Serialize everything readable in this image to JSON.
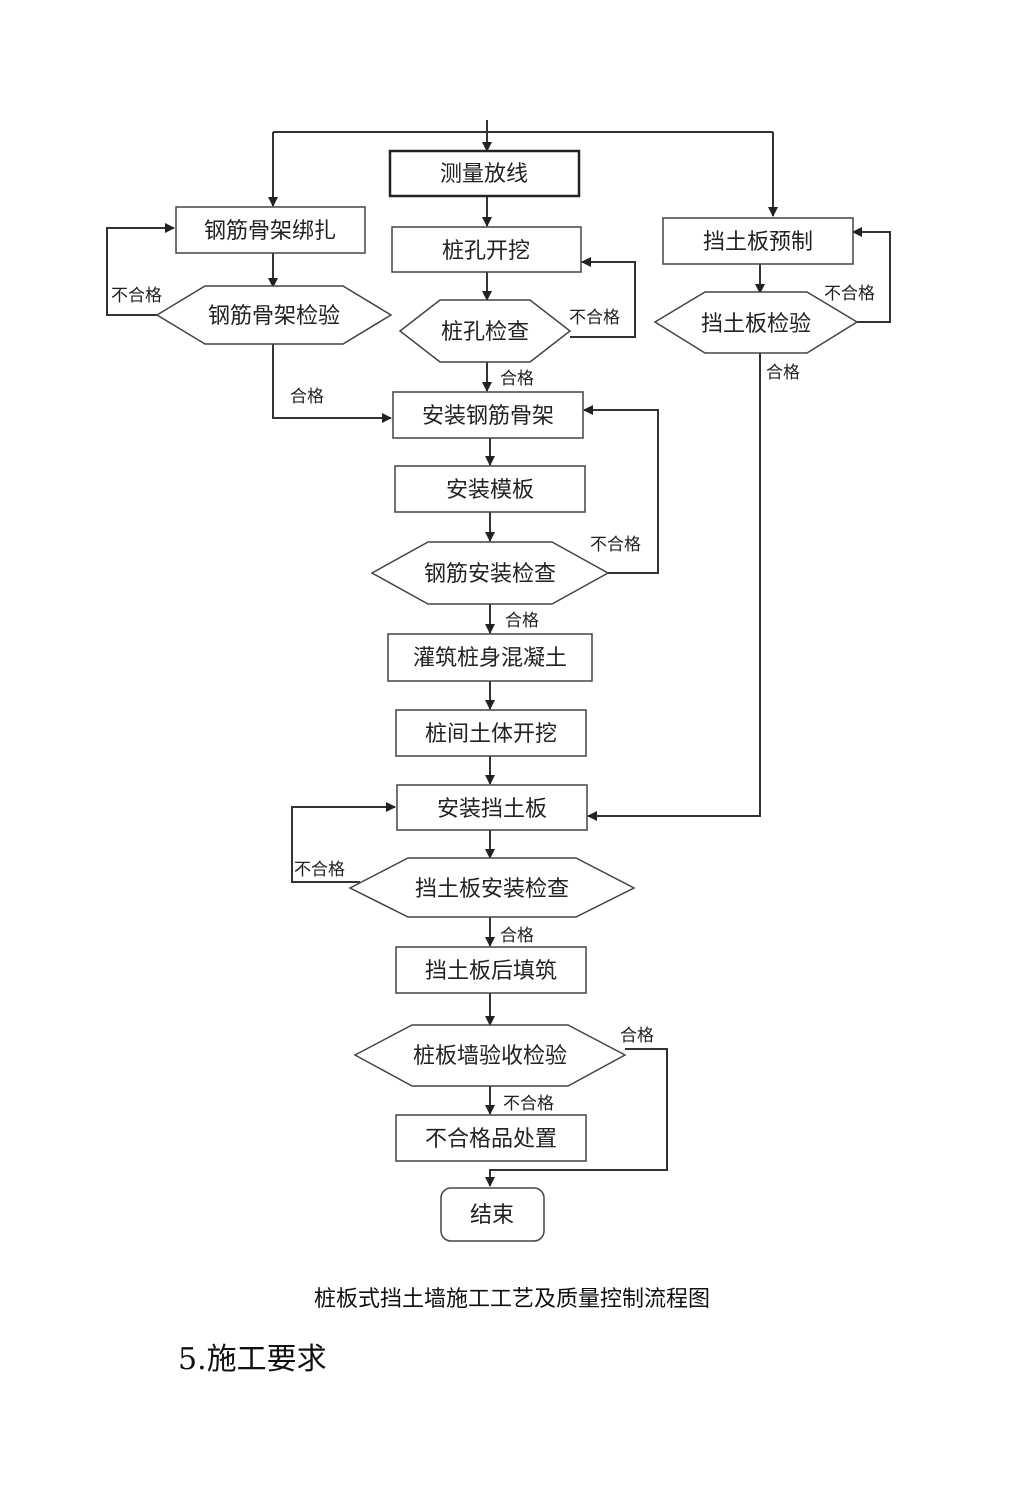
{
  "nodes": {
    "survey": "测量放线",
    "rebar_tie": "钢筋骨架绑扎",
    "rebar_check": "钢筋骨架检验",
    "pile_dig": "桩孔开挖",
    "pile_check": "桩孔检查",
    "plate_precast": "挡土板预制",
    "plate_check": "挡土板检验",
    "install_cage": "安装钢筋骨架",
    "install_form": "安装模板",
    "rebar_install_check": "钢筋安装检查",
    "pour": "灌筑桩身混凝土",
    "soil_dig": "桩间土体开挖",
    "install_plate": "安装挡土板",
    "plate_install_check": "挡土板安装检查",
    "backfill": "挡土板后填筑",
    "accept_check": "桩板墙验收检验",
    "defect_handle": "不合格品处置",
    "end": "结束"
  },
  "labels": {
    "pass": "合格",
    "fail": "不合格"
  },
  "caption": "桩板式挡土墙施工工艺及质量控制流程图",
  "section_heading": "5.施工要求"
}
